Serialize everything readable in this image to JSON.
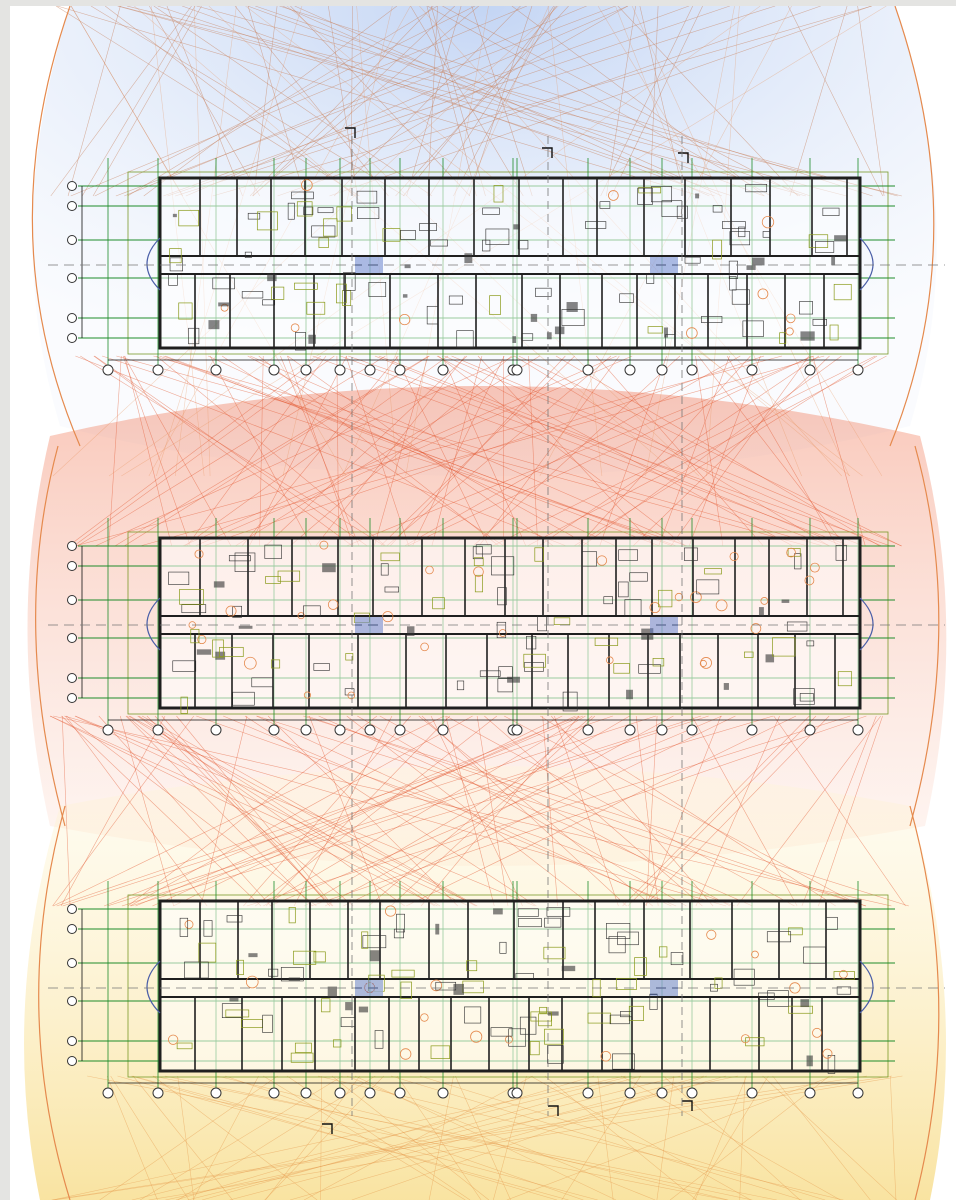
{
  "drawing": {
    "type": "floor-plan-sheet",
    "plans": [
      {
        "id": "upper",
        "fan_color": "#7fa5e8"
      },
      {
        "id": "middle",
        "fan_color": "#ef6a45"
      },
      {
        "id": "lower",
        "fan_color": "#f5d36a"
      }
    ],
    "colors": {
      "walls": "#1f1f1f",
      "grid_lines": "#1e8c2a",
      "partition_lines": "#8a9a1a",
      "sight_lines": "#e58a4e",
      "axis_circles": "#333333",
      "dashed_axes": "#777777"
    },
    "axis_marks_bottom_count": 16,
    "axis_marks_side_count": 6,
    "section_markers": [
      "1",
      "1",
      "2",
      "2"
    ]
  }
}
